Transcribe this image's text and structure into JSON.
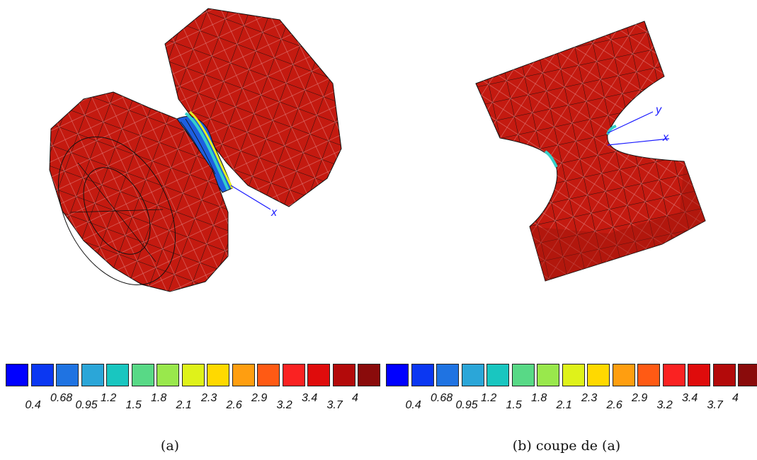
{
  "figures": [
    {
      "caption": "(a)",
      "axis_labels": [
        "x"
      ]
    },
    {
      "caption": "(b) coupe de (a)",
      "axis_labels": [
        "y",
        "x"
      ]
    }
  ],
  "colorbar": {
    "colors": [
      "#0000ff",
      "#0b37f2",
      "#1f73e2",
      "#2ba6d8",
      "#19c6c0",
      "#58d986",
      "#99e84c",
      "#dff21a",
      "#ffd900",
      "#ff9e10",
      "#ff5a14",
      "#fa2222",
      "#df0c0c",
      "#b30a0a",
      "#8a0b0b"
    ],
    "tick_labels": [
      "0.4",
      "0.68",
      "0.95",
      "1.2",
      "1.5",
      "1.8",
      "2.1",
      "2.3",
      "2.6",
      "2.9",
      "3.2",
      "3.4",
      "3.7",
      "4"
    ],
    "tick_positions": [
      "low",
      "high",
      "low",
      "high",
      "low",
      "high",
      "low",
      "high",
      "low",
      "high",
      "low",
      "high",
      "low",
      "high"
    ]
  },
  "style": {
    "mesh_color": "#c41a10",
    "mesh_shade": "#9e140c",
    "axis_color": "#1a1aff"
  }
}
